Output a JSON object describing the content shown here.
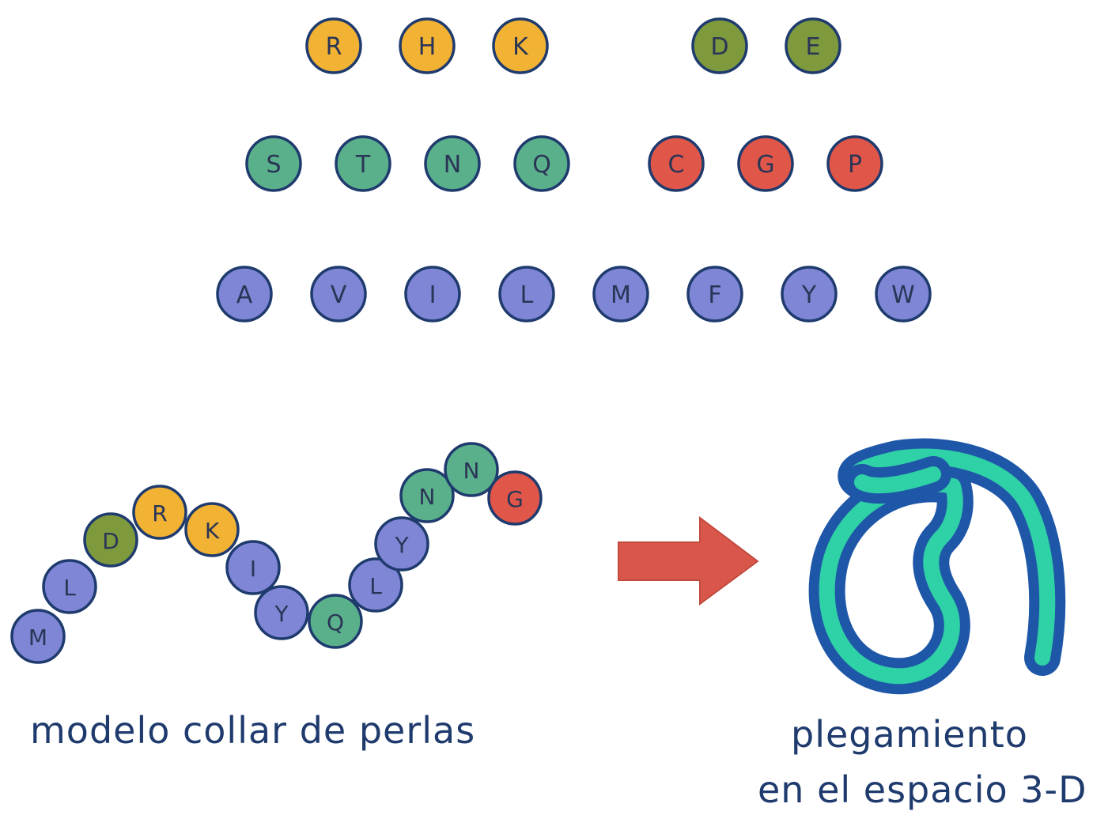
{
  "colors": {
    "basic": "#f2b233",
    "acidic": "#7e9a3d",
    "polar": "#5bb08c",
    "special": "#e0574a",
    "hydrophobic": "#7f86d6",
    "outline": "#1f3b6e",
    "arrow": "#d9574a",
    "tube_outer": "#1f57a8",
    "tube_inner": "#2fd1a6"
  },
  "bead_rows": [
    {
      "groups": [
        {
          "color_key": "basic",
          "letters": [
            "R",
            "H",
            "K"
          ]
        },
        {
          "color_key": "acidic",
          "letters": [
            "D",
            "E"
          ]
        }
      ]
    },
    {
      "groups": [
        {
          "color_key": "polar",
          "letters": [
            "S",
            "T",
            "N",
            "Q"
          ]
        },
        {
          "color_key": "special",
          "letters": [
            "C",
            "G",
            "P"
          ]
        }
      ]
    },
    {
      "groups": [
        {
          "color_key": "hydrophobic",
          "letters": [
            "A",
            "V",
            "I",
            "L",
            "M",
            "F",
            "Y",
            "W"
          ]
        }
      ]
    }
  ],
  "chain": {
    "beads": [
      {
        "letter": "M",
        "color_key": "hydrophobic"
      },
      {
        "letter": "L",
        "color_key": "hydrophobic"
      },
      {
        "letter": "D",
        "color_key": "acidic"
      },
      {
        "letter": "R",
        "color_key": "basic"
      },
      {
        "letter": "K",
        "color_key": "basic"
      },
      {
        "letter": "I",
        "color_key": "hydrophobic"
      },
      {
        "letter": "Y",
        "color_key": "hydrophobic"
      },
      {
        "letter": "Q",
        "color_key": "polar"
      },
      {
        "letter": "L",
        "color_key": "hydrophobic"
      },
      {
        "letter": "Y",
        "color_key": "hydrophobic"
      },
      {
        "letter": "N",
        "color_key": "polar"
      },
      {
        "letter": "N",
        "color_key": "polar"
      },
      {
        "letter": "G",
        "color_key": "special"
      }
    ]
  },
  "captions": {
    "left": "modelo collar de perlas",
    "right_line1": "plegamiento",
    "right_line2": "en el espacio 3-D"
  }
}
